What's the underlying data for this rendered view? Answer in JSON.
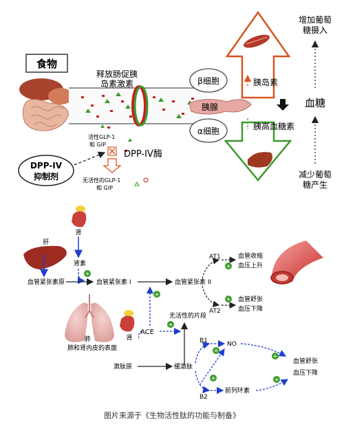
{
  "top": {
    "food_label": "食物",
    "release_label_line1": "释放肠促胰",
    "release_label_line2": "岛素激素",
    "beta_cell": "β细胞",
    "alpha_cell": "α细胞",
    "pancreas": "胰腺",
    "insulin": "胰岛素",
    "glucagon": "胰高血糖素",
    "inactive_label_line1": "活性GLP-1",
    "inactive_label_line2": "和 GIP",
    "dppiv_enzyme": "DPP-IV酶",
    "inactive_glp_line1": "无活性的GLP-1",
    "inactive_glp_line2": "和 GIP",
    "inhibitor_line1": "DPP-IV",
    "inhibitor_line2": "抑制剂",
    "increase_glucose_line1": "增加葡萄",
    "increase_glucose_line2": "糖摄入",
    "blood_sugar": "血糖",
    "decrease_glucose_line1": "减少葡萄",
    "decrease_glucose_line2": "糖产生"
  },
  "bottom": {
    "kidney_top": "肾",
    "liver": "肝",
    "renin": "肾素",
    "angiotensinogen": "血管紧张素原",
    "ang1": "血管紧张素 I",
    "ang2": "血管紧张素 II",
    "at1": "AT1",
    "at2": "AT2",
    "vasoconstriction": "血管收缩",
    "bp_rise": "血压上升",
    "vasodilation": "血管舒张",
    "bp_fall": "血压下降",
    "inactive_fragment": "无活性的片段",
    "ace": "ACE",
    "kidney_mid": "肾",
    "lung": "肺",
    "lung_kidney_surface": "肺和肾内皮的表面",
    "kininogen": "激肽原",
    "bradykinin": "缓激肽",
    "b1": "B1",
    "b2": "B2",
    "no": "NO",
    "prostaglandin": "前列环素",
    "vasodilation2": "血管舒张",
    "bp_fall2": "血压下降",
    "plus": "+"
  },
  "caption": "图片来源于《生物活性肽的功能与制备》",
  "colors": {
    "orange": "#d9541e",
    "green": "#3a9a2a",
    "red": "#c61f1f",
    "blue": "#1f3fd0",
    "dark": "#222222"
  }
}
